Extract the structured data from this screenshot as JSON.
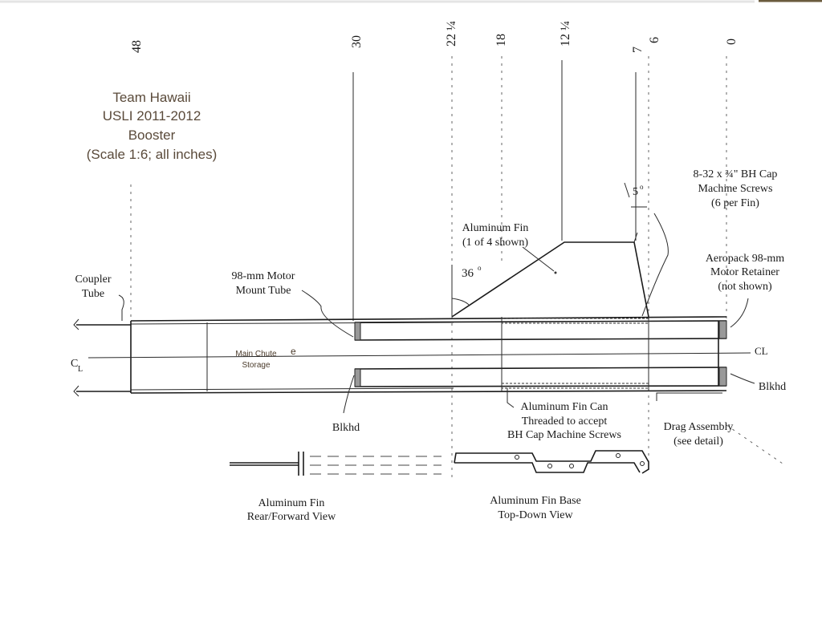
{
  "title": {
    "line1": "Team Hawaii",
    "line2": "USLI 2011-2012",
    "line3": "Booster",
    "line4": "(Scale 1:6; all inches)"
  },
  "stations": [
    "48",
    "30",
    "22 ¼",
    "18",
    "12 ¼",
    "7",
    "6",
    "0"
  ],
  "labels": {
    "coupler_tube_1": "Coupler",
    "coupler_tube_2": "Tube",
    "motor_mount_1": "98-mm Motor",
    "motor_mount_2": "Mount Tube",
    "main_chute_1": "Main Chute",
    "main_chute_2": "Storage",
    "e_mark": "e",
    "aluminum_fin_1": "Aluminum Fin",
    "aluminum_fin_2": "(1 of 4 shown)",
    "angle_36": "36",
    "angle_5": "5",
    "screws_1": "8-32 x ¾\" BH Cap",
    "screws_2": "Machine Screws",
    "screws_3": "(6 per Fin)",
    "aeropack_1": "Aeropack 98-mm",
    "aeropack_2": "Motor Retainer",
    "aeropack_3": "(not shown)",
    "cl_left": "C",
    "cl_left_sub": "L",
    "cl_right": "CL",
    "blkhd_left": "Blkhd",
    "blkhd_right": "Blkhd",
    "fin_can_1": "Aluminum Fin Can",
    "fin_can_2": "Threaded to accept",
    "fin_can_3": "BH Cap Machine Screws",
    "drag_1": "Drag Assembly",
    "drag_2": "(see detail)",
    "fin_view_1": "Aluminum Fin",
    "fin_view_2": "Rear/Forward View",
    "fin_base_1": "Aluminum Fin Base",
    "fin_base_2": "Top-Down View"
  }
}
